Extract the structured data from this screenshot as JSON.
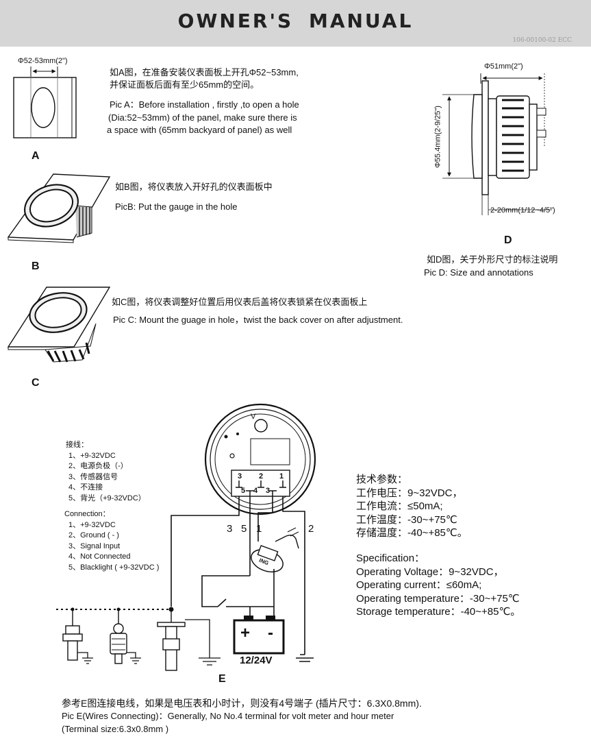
{
  "header": {
    "title": "OWNER'S  MANUAL",
    "doc_code": "106-00100-02 ECC"
  },
  "pic_a": {
    "dim_label": "Φ52-53mm(2\")",
    "cn": "如A图，在准备安装仪表面板上开孔Φ52~53mm,",
    "cn2": "并保证面板后面有至少65mm的空间。",
    "en1": "Pic A：Before installation , firstly ,to open a hole",
    "en2": "(Dia:52~53mm) of the panel, make sure there is",
    "en3": "a space with (65mm backyard of panel)  as well",
    "label": "A"
  },
  "pic_b": {
    "cn": "如B图，将仪表放入开好孔的仪表面板中",
    "en": "PicB: Put the gauge in the hole",
    "label": "B"
  },
  "pic_c": {
    "cn": "如C图，将仪表调整好位置后用仪表后盖将仪表锁紧在仪表面板上",
    "en": "Pic C: Mount the guage in hole，twist the back  cover on after adjustment.",
    "label": "C"
  },
  "pic_d": {
    "top_dim": "Φ51mm(2\")",
    "side_dim": "Φ55.4mm(2-9/25\")",
    "bottom_dim": "2-20mm(1/12~4/5\")",
    "label": "D",
    "cn": "如D图，关于外形尺寸的标注说明",
    "en": "Pic D: Size and annotations"
  },
  "wiring_cn": {
    "title": "接线：",
    "items": [
      "1、+9-32VDC",
      "2、电源负极（-）",
      "3、传感器信号",
      "4、不连接",
      "5、背光（+9-32VDC）"
    ]
  },
  "wiring_en": {
    "title": "Connection：",
    "items": [
      "1、+9-32VDC",
      "2、Ground ( - )",
      "3、Signal  Input",
      "4、Not Connected",
      "5、Blacklight ( +9-32VDC )"
    ]
  },
  "spec_cn": {
    "title": "技术参数：",
    "items": [
      "工作电压：9~32VDC，",
      "工作电流：≤50mA;",
      "工作温度：-30~+75℃",
      "存储温度：-40~+85℃。"
    ]
  },
  "spec_en": {
    "title": "Specification：",
    "items": [
      "Operating Voltage：9~32VDC，",
      "Operating current：≤60mA;",
      "Operating temperature：-30~+75℃",
      "Storage temperature：-40~+85℃。"
    ]
  },
  "diagram": {
    "terminals_top": [
      "3",
      "2",
      "1"
    ],
    "terminals_bottom": [
      "5",
      "4",
      "3"
    ],
    "wire_numbers": [
      "3",
      "5",
      "1",
      "2"
    ],
    "switch_label": "ING",
    "battery_voltage": "12/24V",
    "battery_plus": "+",
    "battery_minus": "-",
    "pointer_mark": "V",
    "label": "E"
  },
  "pic_e": {
    "cn": "参考E图连接电线，如果是电压表和小时计，则没有4号端子 (插片尺寸：6.3X0.8mm).",
    "en1": "Pic E(Wires Connecting)：Generally, No No.4 terminal for volt meter and hour meter",
    "en2": "(Terminal size:6.3x0.8mm )"
  }
}
